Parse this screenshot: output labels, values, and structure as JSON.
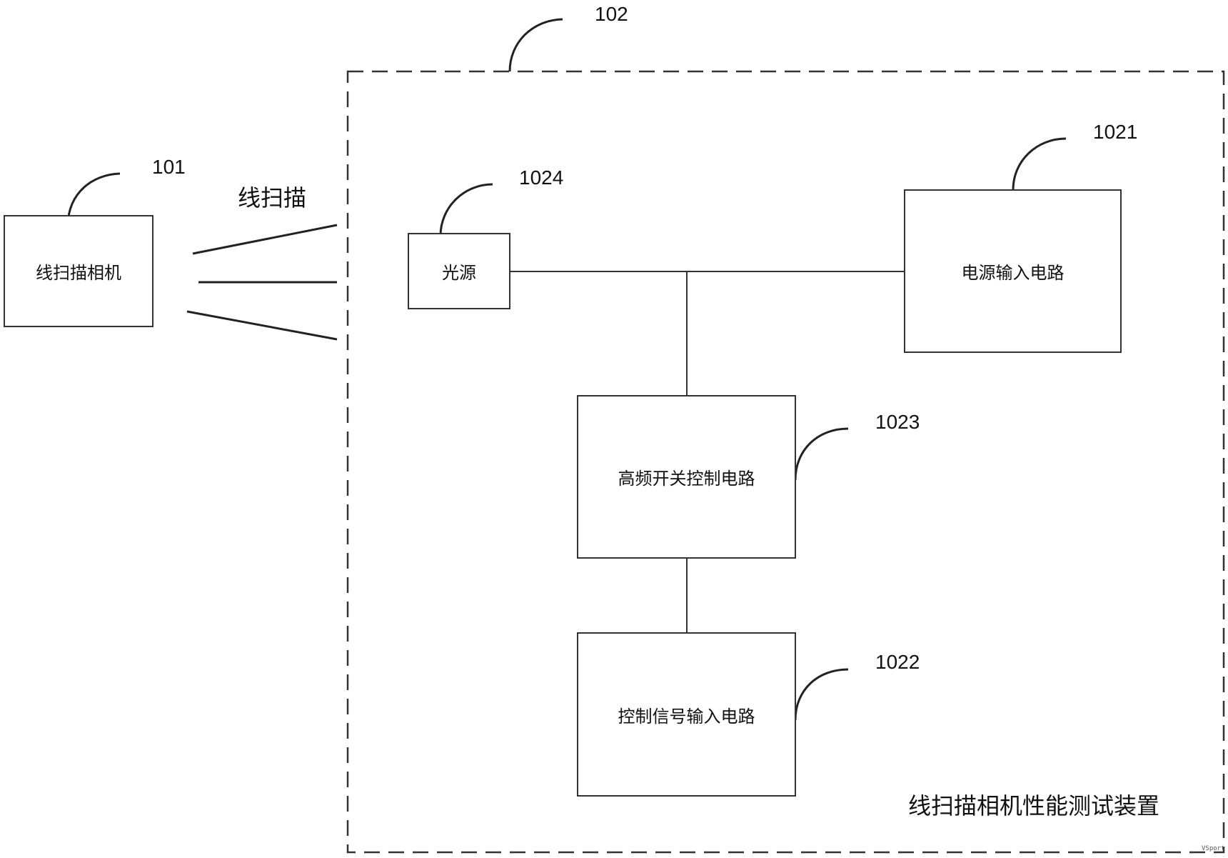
{
  "refs": {
    "camera": "101",
    "device": "102",
    "power": "1021",
    "control_input": "1022",
    "hf_switch": "1023",
    "light": "1024"
  },
  "blocks": {
    "camera": "线扫描相机",
    "light": "光源",
    "power": "电源输入电路",
    "hf_switch": "高频开关控制电路",
    "control_input": "控制信号输入电路"
  },
  "scan_label": "线扫描",
  "device_title": "线扫描相机性能测试装置",
  "watermark": "VSport"
}
